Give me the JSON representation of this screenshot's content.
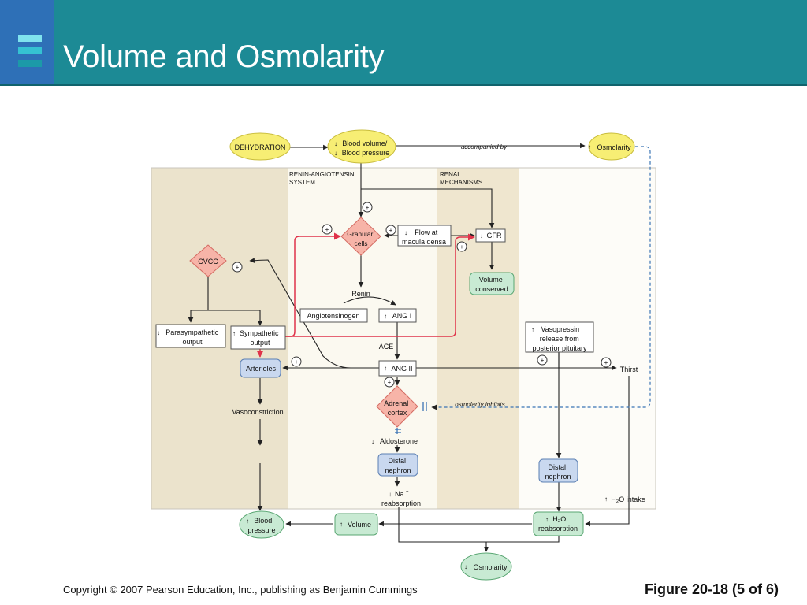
{
  "slide": {
    "title": "Volume and Osmolarity",
    "copyright": "Copyright © 2007 Pearson Education, Inc., publishing as Benjamin Cummings",
    "figure_label": "Figure 20-18 (5 of 6)"
  },
  "colors": {
    "header": "#1c8a95",
    "logo_block": "#2e70b7",
    "trigger_yellow": "#f7ee74",
    "integrator_pink": "#f7b4a8",
    "effector_blue": "#c9d8ef",
    "response_green": "#c8ead3",
    "red_pathway": "#e0334a",
    "dashed_blue": "#3a74b4"
  },
  "diagram": {
    "zones": {
      "renin_angiotensin": [
        "RENIN-ANGIOTENSIN",
        "SYSTEM"
      ],
      "renal": [
        "RENAL",
        "MECHANISMS"
      ]
    },
    "nodes": {
      "dehydration": "DEHYDRATION",
      "blood_volume": [
        "Blood volume/",
        "Blood pressure"
      ],
      "accompanied_by": "accompanied by",
      "osmolarity_top": "Osmolarity",
      "granular_cells": [
        "Granular",
        "cells"
      ],
      "flow_macula_densa": [
        "Flow at",
        "macula densa"
      ],
      "gfr": "GFR",
      "volume_conserved": [
        "Volume",
        "conserved"
      ],
      "cvcc": "CVCC",
      "renin": "Renin",
      "angiotensinogen": "Angiotensinogen",
      "ang1": "ANG I",
      "parasympathetic": [
        "Parasympathetic",
        "output"
      ],
      "sympathetic": [
        "Sympathetic",
        "output"
      ],
      "vasopressin": [
        "Vasopressin",
        "release from",
        "posterior pituitary"
      ],
      "ace": "ACE",
      "arterioles": "Arterioles",
      "ang2": "ANG II",
      "thirst": "Thirst",
      "adrenal_cortex": [
        "Adrenal",
        "cortex"
      ],
      "osmolarity_inhibits": "osmolarity inhibits",
      "vasoconstriction": "Vasoconstriction",
      "aldosterone": "Aldosterone",
      "distal_nephron_left": [
        "Distal",
        "nephron"
      ],
      "distal_nephron_right": [
        "Distal",
        "nephron"
      ],
      "na_reabsorption": [
        "Na",
        "reabsorption"
      ],
      "h2o_intake": "H₂O intake",
      "blood_pressure": [
        "Blood",
        "pressure"
      ],
      "volume": "Volume",
      "h2o_reabsorption": [
        "H₂O",
        "reabsorption"
      ],
      "osmolarity_bottom": "Osmolarity"
    },
    "plus_sign": "+"
  }
}
